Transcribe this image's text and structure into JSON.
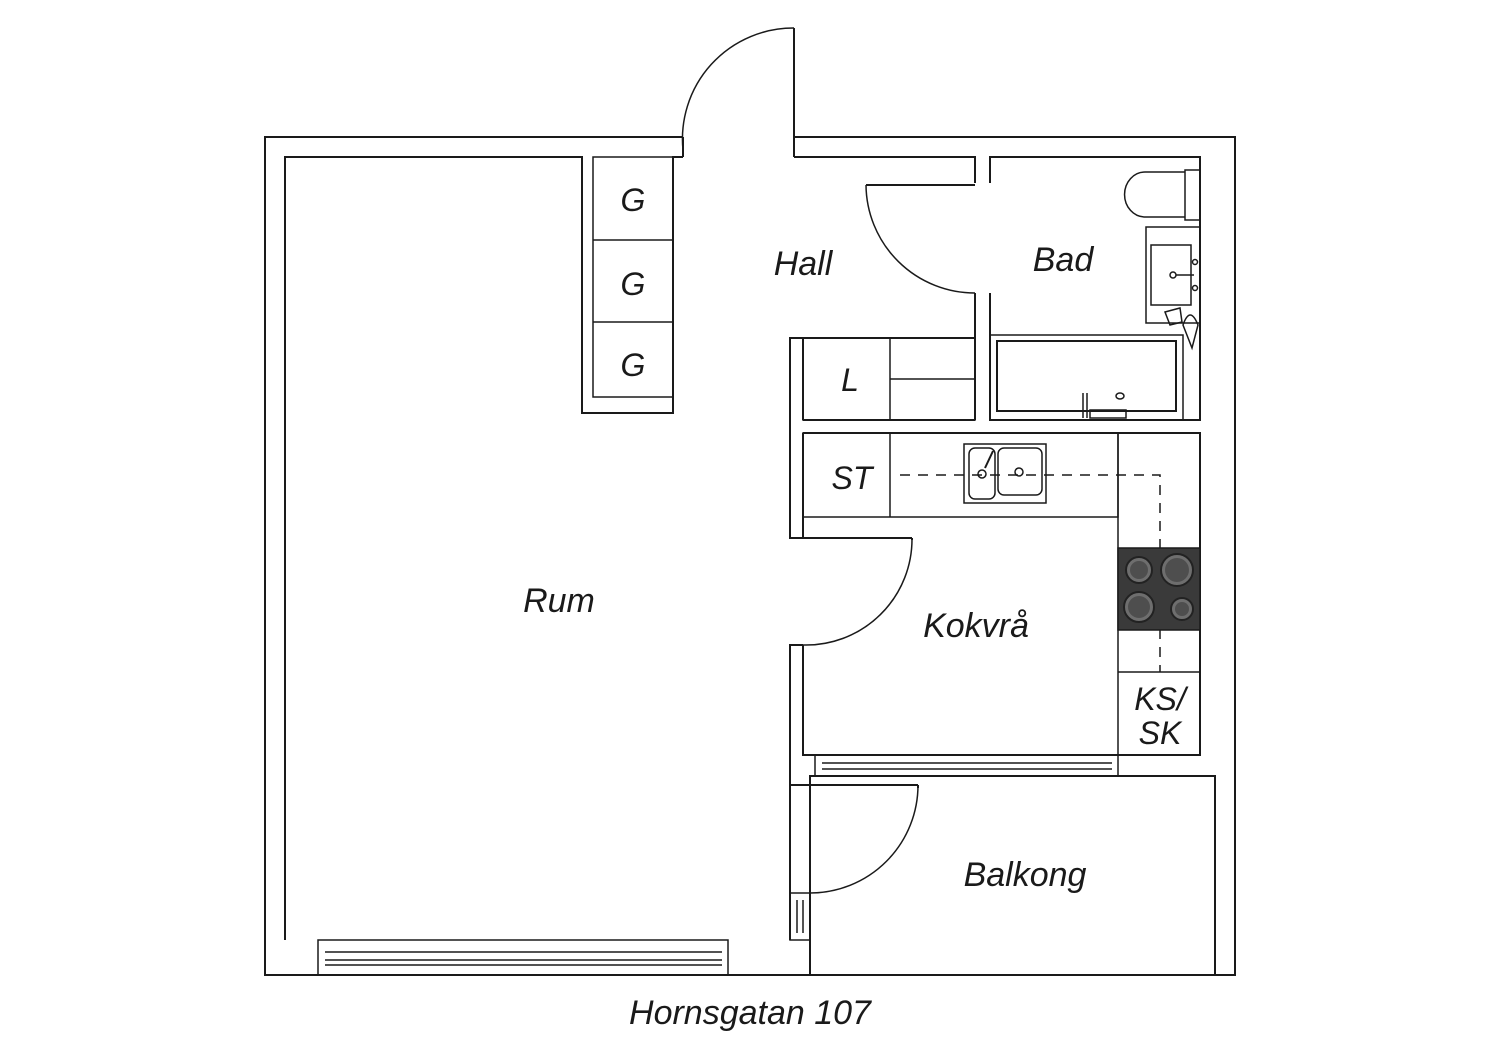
{
  "rooms": {
    "rum": "Rum",
    "hall": "Hall",
    "bad": "Bad",
    "kokvra": "Kokvrå",
    "balkong": "Balkong"
  },
  "storage": {
    "g1": "G",
    "g2": "G",
    "g3": "G",
    "l": "L",
    "st": "ST",
    "ks_line1": "KS/",
    "ks_line2": "SK"
  },
  "caption": "Hornsgatan 107"
}
